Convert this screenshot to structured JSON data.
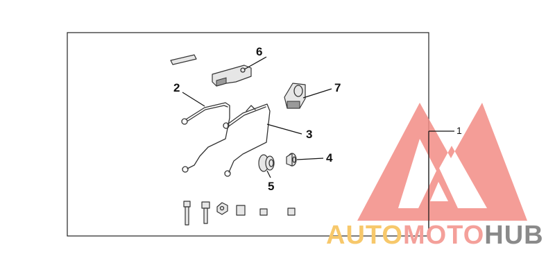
{
  "diagram": {
    "callouts": [
      {
        "id": "1",
        "label": "1"
      },
      {
        "id": "2",
        "label": "2"
      },
      {
        "id": "3",
        "label": "3"
      },
      {
        "id": "4",
        "label": "4"
      },
      {
        "id": "5",
        "label": "5"
      },
      {
        "id": "6",
        "label": "6"
      },
      {
        "id": "7",
        "label": "7"
      }
    ]
  },
  "watermark": {
    "part1": "AUTO",
    "part2": "MOTO",
    "part3": "HUB",
    "colors": {
      "triangle": "#f38d86",
      "auto": "#f7c86b",
      "moto": "#f4a09a",
      "hub": "#8a8a8a"
    }
  }
}
